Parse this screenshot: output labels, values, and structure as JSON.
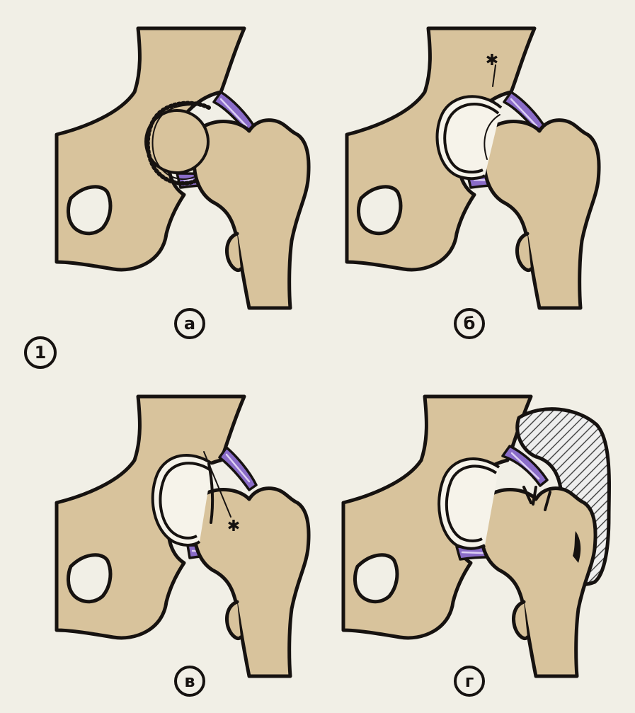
{
  "figure_number": "1",
  "panels": [
    {
      "id": "a",
      "label": "а"
    },
    {
      "id": "b",
      "label": "б"
    },
    {
      "id": "v",
      "label": "в"
    },
    {
      "id": "g",
      "label": "г"
    }
  ],
  "markers": {
    "asterisk": "✱"
  },
  "colors": {
    "background": "#f1efe6",
    "bone": "#d8c39c",
    "ligament": "#8a6cc8",
    "outline": "#161210",
    "hematoma_hatch": "#161210"
  }
}
